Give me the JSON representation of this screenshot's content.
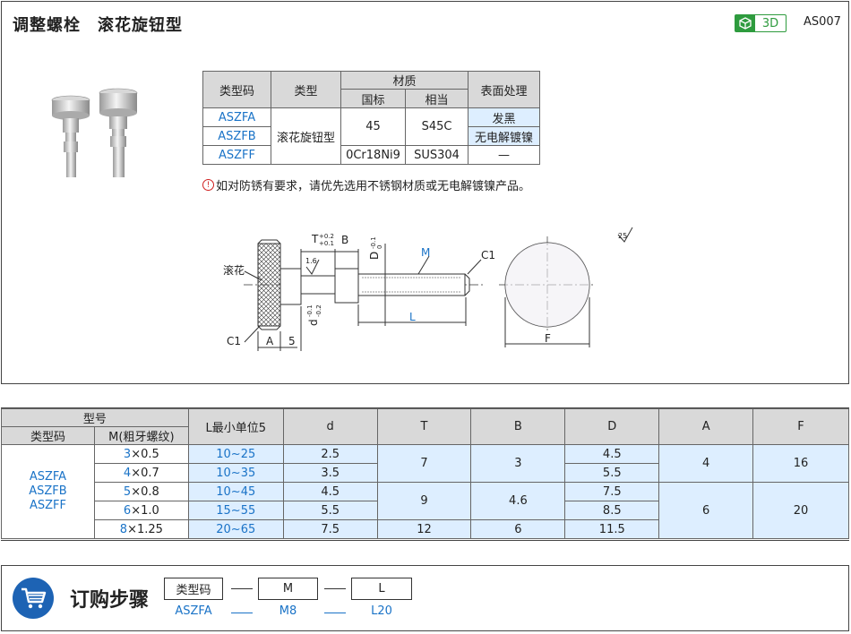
{
  "header": {
    "title": "调整螺栓　滚花旋钮型",
    "badge_3d": "3D",
    "product_code": "AS007"
  },
  "material_table": {
    "headers": {
      "type_code": "类型码",
      "type": "类型",
      "material": "材质",
      "standard": "国标",
      "equivalent": "相当",
      "surface": "表面处理"
    },
    "codes": [
      "ASZFA",
      "ASZFB",
      "ASZFF"
    ],
    "type_value": "滚花旋钮型",
    "std_45": "45",
    "eq_s45c": "S45C",
    "std_sus": "0Cr18Ni9",
    "eq_sus": "SUS304",
    "surface": [
      "发黑",
      "无电解镀镍",
      "—"
    ]
  },
  "note": {
    "icon": "!",
    "text": "如对防锈有要求，请优先选用不锈钢材质或无电解镀镍产品。"
  },
  "drawing_labels": {
    "t_tol": "T",
    "t_plus": "+0.2",
    "t_plus2": "+0.1",
    "b": "B",
    "d_upper": "D",
    "d_tol1": "-0.1",
    "d_tol2": "0",
    "m": "M",
    "c1_right": "C1",
    "knurl": "滚花",
    "roughness": "1.6",
    "d_small": "d",
    "d_small_tol1": "-0.1",
    "d_small_tol2": "-0.2",
    "l": "L",
    "c1_left": "C1",
    "a": "A",
    "five": "5",
    "f": "F",
    "surface_25": "25"
  },
  "spec_table": {
    "headers": {
      "model": "型号",
      "type_code": "类型码",
      "m_coarse": "M(粗牙螺纹)",
      "l_unit": "L最小单位5",
      "d": "d",
      "t": "T",
      "b": "B",
      "D": "D",
      "a": "A",
      "f": "F"
    },
    "codes": "ASZFA\nASZFB\nASZFF",
    "code_lines": [
      "ASZFA",
      "ASZFB",
      "ASZFF"
    ],
    "rows": [
      {
        "m_num": "3",
        "m_rest": "×0.5",
        "l": "10~25",
        "d": "2.5",
        "D": "4.5"
      },
      {
        "m_num": "4",
        "m_rest": "×0.7",
        "l": "10~35",
        "d": "3.5",
        "D": "5.5"
      },
      {
        "m_num": "5",
        "m_rest": "×0.8",
        "l": "10~45",
        "d": "4.5",
        "D": "7.5"
      },
      {
        "m_num": "6",
        "m_rest": "×1.0",
        "l": "15~55",
        "d": "5.5",
        "D": "8.5"
      },
      {
        "m_num": "8",
        "m_rest": "×1.25",
        "l": "20~65",
        "d": "7.5",
        "D": "11.5"
      }
    ],
    "t_values": [
      "7",
      "9",
      "12"
    ],
    "b_values": [
      "3",
      "4.6",
      "6"
    ],
    "a_values": [
      "4",
      "6"
    ],
    "f_values": [
      "16",
      "20"
    ]
  },
  "order": {
    "title": "订购步骤",
    "box1": "类型码",
    "box2": "M",
    "box3": "L",
    "val1": "ASZFA",
    "val2": "M8",
    "val3": "L20"
  },
  "colors": {
    "accent_blue": "#1a73c7",
    "highlight": "#ddeeff",
    "header_gray": "#d9d9d9",
    "badge_green": "#2e9b3e",
    "cart_blue": "#1d63b4"
  }
}
